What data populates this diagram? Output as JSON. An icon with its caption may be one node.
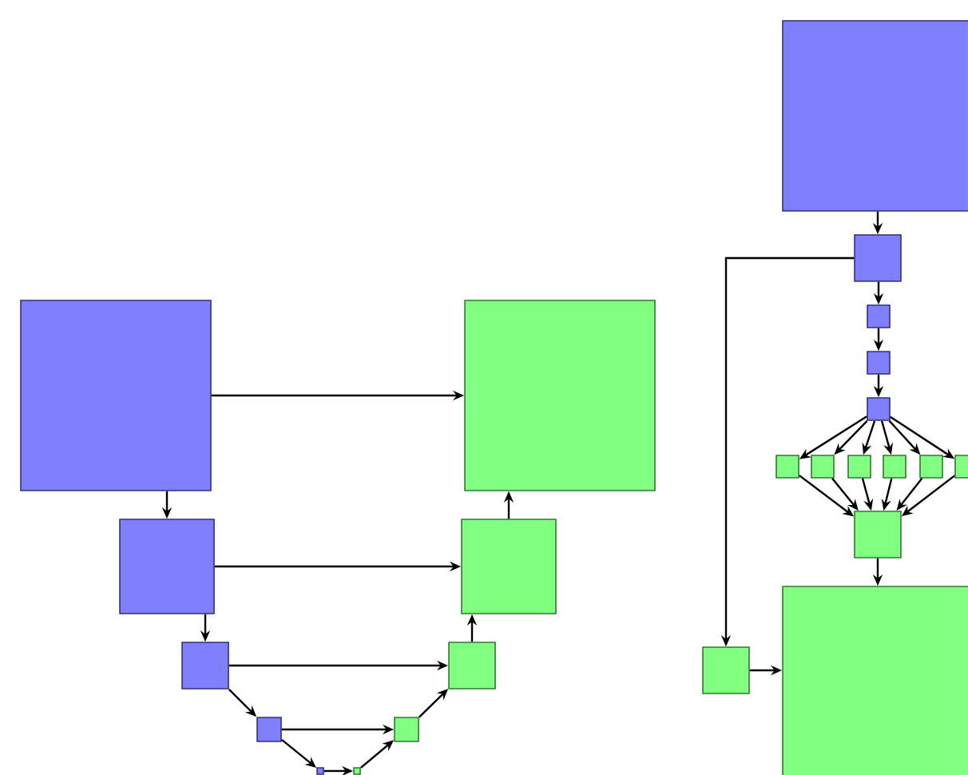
{
  "diagram": {
    "nodes": [
      {
        "text": [],
        "shape": "box"
      },
      {
        "text": [],
        "shape": "box"
      },
      {
        "text": [],
        "shape": "box"
      },
      {
        "text": [],
        "shape": "box"
      },
      {
        "text": [],
        "shape": "box"
      },
      {
        "text": [],
        "shape": "box"
      },
      {
        "text": [],
        "shape": "box"
      },
      {
        "text": [],
        "shape": "box"
      },
      {
        "text": [],
        "shape": "box"
      },
      {
        "text": [],
        "shape": "box"
      },
      {
        "text": [],
        "shape": "box"
      },
      {
        "text": [],
        "shape": "box"
      },
      {
        "text": [],
        "shape": "box"
      },
      {
        "text": [],
        "shape": "box"
      },
      {
        "text": [],
        "shape": "box"
      },
      {
        "text": [],
        "shape": "box"
      },
      {
        "text": [],
        "shape": "box"
      },
      {
        "text": [],
        "shape": "box"
      },
      {
        "text": [],
        "shape": "box"
      },
      {
        "text": [],
        "shape": "box"
      },
      {
        "text": [],
        "shape": "box"
      },
      {
        "text": [],
        "shape": "box"
      },
      {
        "text": [],
        "shape": "box"
      },
      {
        "text": [],
        "shape": "box"
      }
    ],
    "edges": [
      {
        "from": 0,
        "to": 1,
        "arrow": "to"
      },
      {
        "from": 1,
        "to": 2,
        "arrow": "to"
      },
      {
        "from": 2,
        "to": 3,
        "arrow": "to"
      },
      {
        "from": 3,
        "to": 4,
        "arrow": "to"
      },
      {
        "from": 4,
        "to": 5,
        "arrow": "to"
      },
      {
        "from": 5,
        "to": 6,
        "arrow": "to"
      },
      {
        "from": 6,
        "to": 7,
        "arrow": "to"
      },
      {
        "from": 7,
        "to": 8,
        "arrow": "to"
      },
      {
        "from": 8,
        "to": 9,
        "arrow": "to"
      },
      {
        "from": 0,
        "to": 9,
        "arrow": "to"
      },
      {
        "from": 1,
        "to": 8,
        "arrow": "to"
      },
      {
        "from": 2,
        "to": 7,
        "arrow": "to"
      },
      {
        "from": 3,
        "to": 6,
        "arrow": "to"
      },
      {
        "from": 10,
        "to": 11,
        "arrow": "to"
      },
      {
        "from": 11,
        "to": 12,
        "arrow": "to"
      },
      {
        "from": 12,
        "to": 13,
        "arrow": "to"
      },
      {
        "from": 13,
        "to": 14,
        "arrow": "to"
      },
      {
        "from": 14,
        "to": 15,
        "arrow": "to"
      },
      {
        "from": 14,
        "to": 16,
        "arrow": "to"
      },
      {
        "from": 14,
        "to": 17,
        "arrow": "to"
      },
      {
        "from": 14,
        "to": 18,
        "arrow": "to"
      },
      {
        "from": 14,
        "to": 19,
        "arrow": "to"
      },
      {
        "from": 14,
        "to": 20,
        "arrow": "to"
      },
      {
        "from": 15,
        "to": 21,
        "arrow": "to"
      },
      {
        "from": 16,
        "to": 21,
        "arrow": "to"
      },
      {
        "from": 17,
        "to": 21,
        "arrow": "to"
      },
      {
        "from": 18,
        "to": 21,
        "arrow": "to"
      },
      {
        "from": 19,
        "to": 21,
        "arrow": "to"
      },
      {
        "from": 20,
        "to": 21,
        "arrow": "to"
      },
      {
        "from": 21,
        "to": 22,
        "arrow": "to"
      },
      {
        "from": 11,
        "to": 23,
        "arrow": "to"
      },
      {
        "from": 23,
        "to": 22,
        "arrow": "to"
      }
    ]
  }
}
